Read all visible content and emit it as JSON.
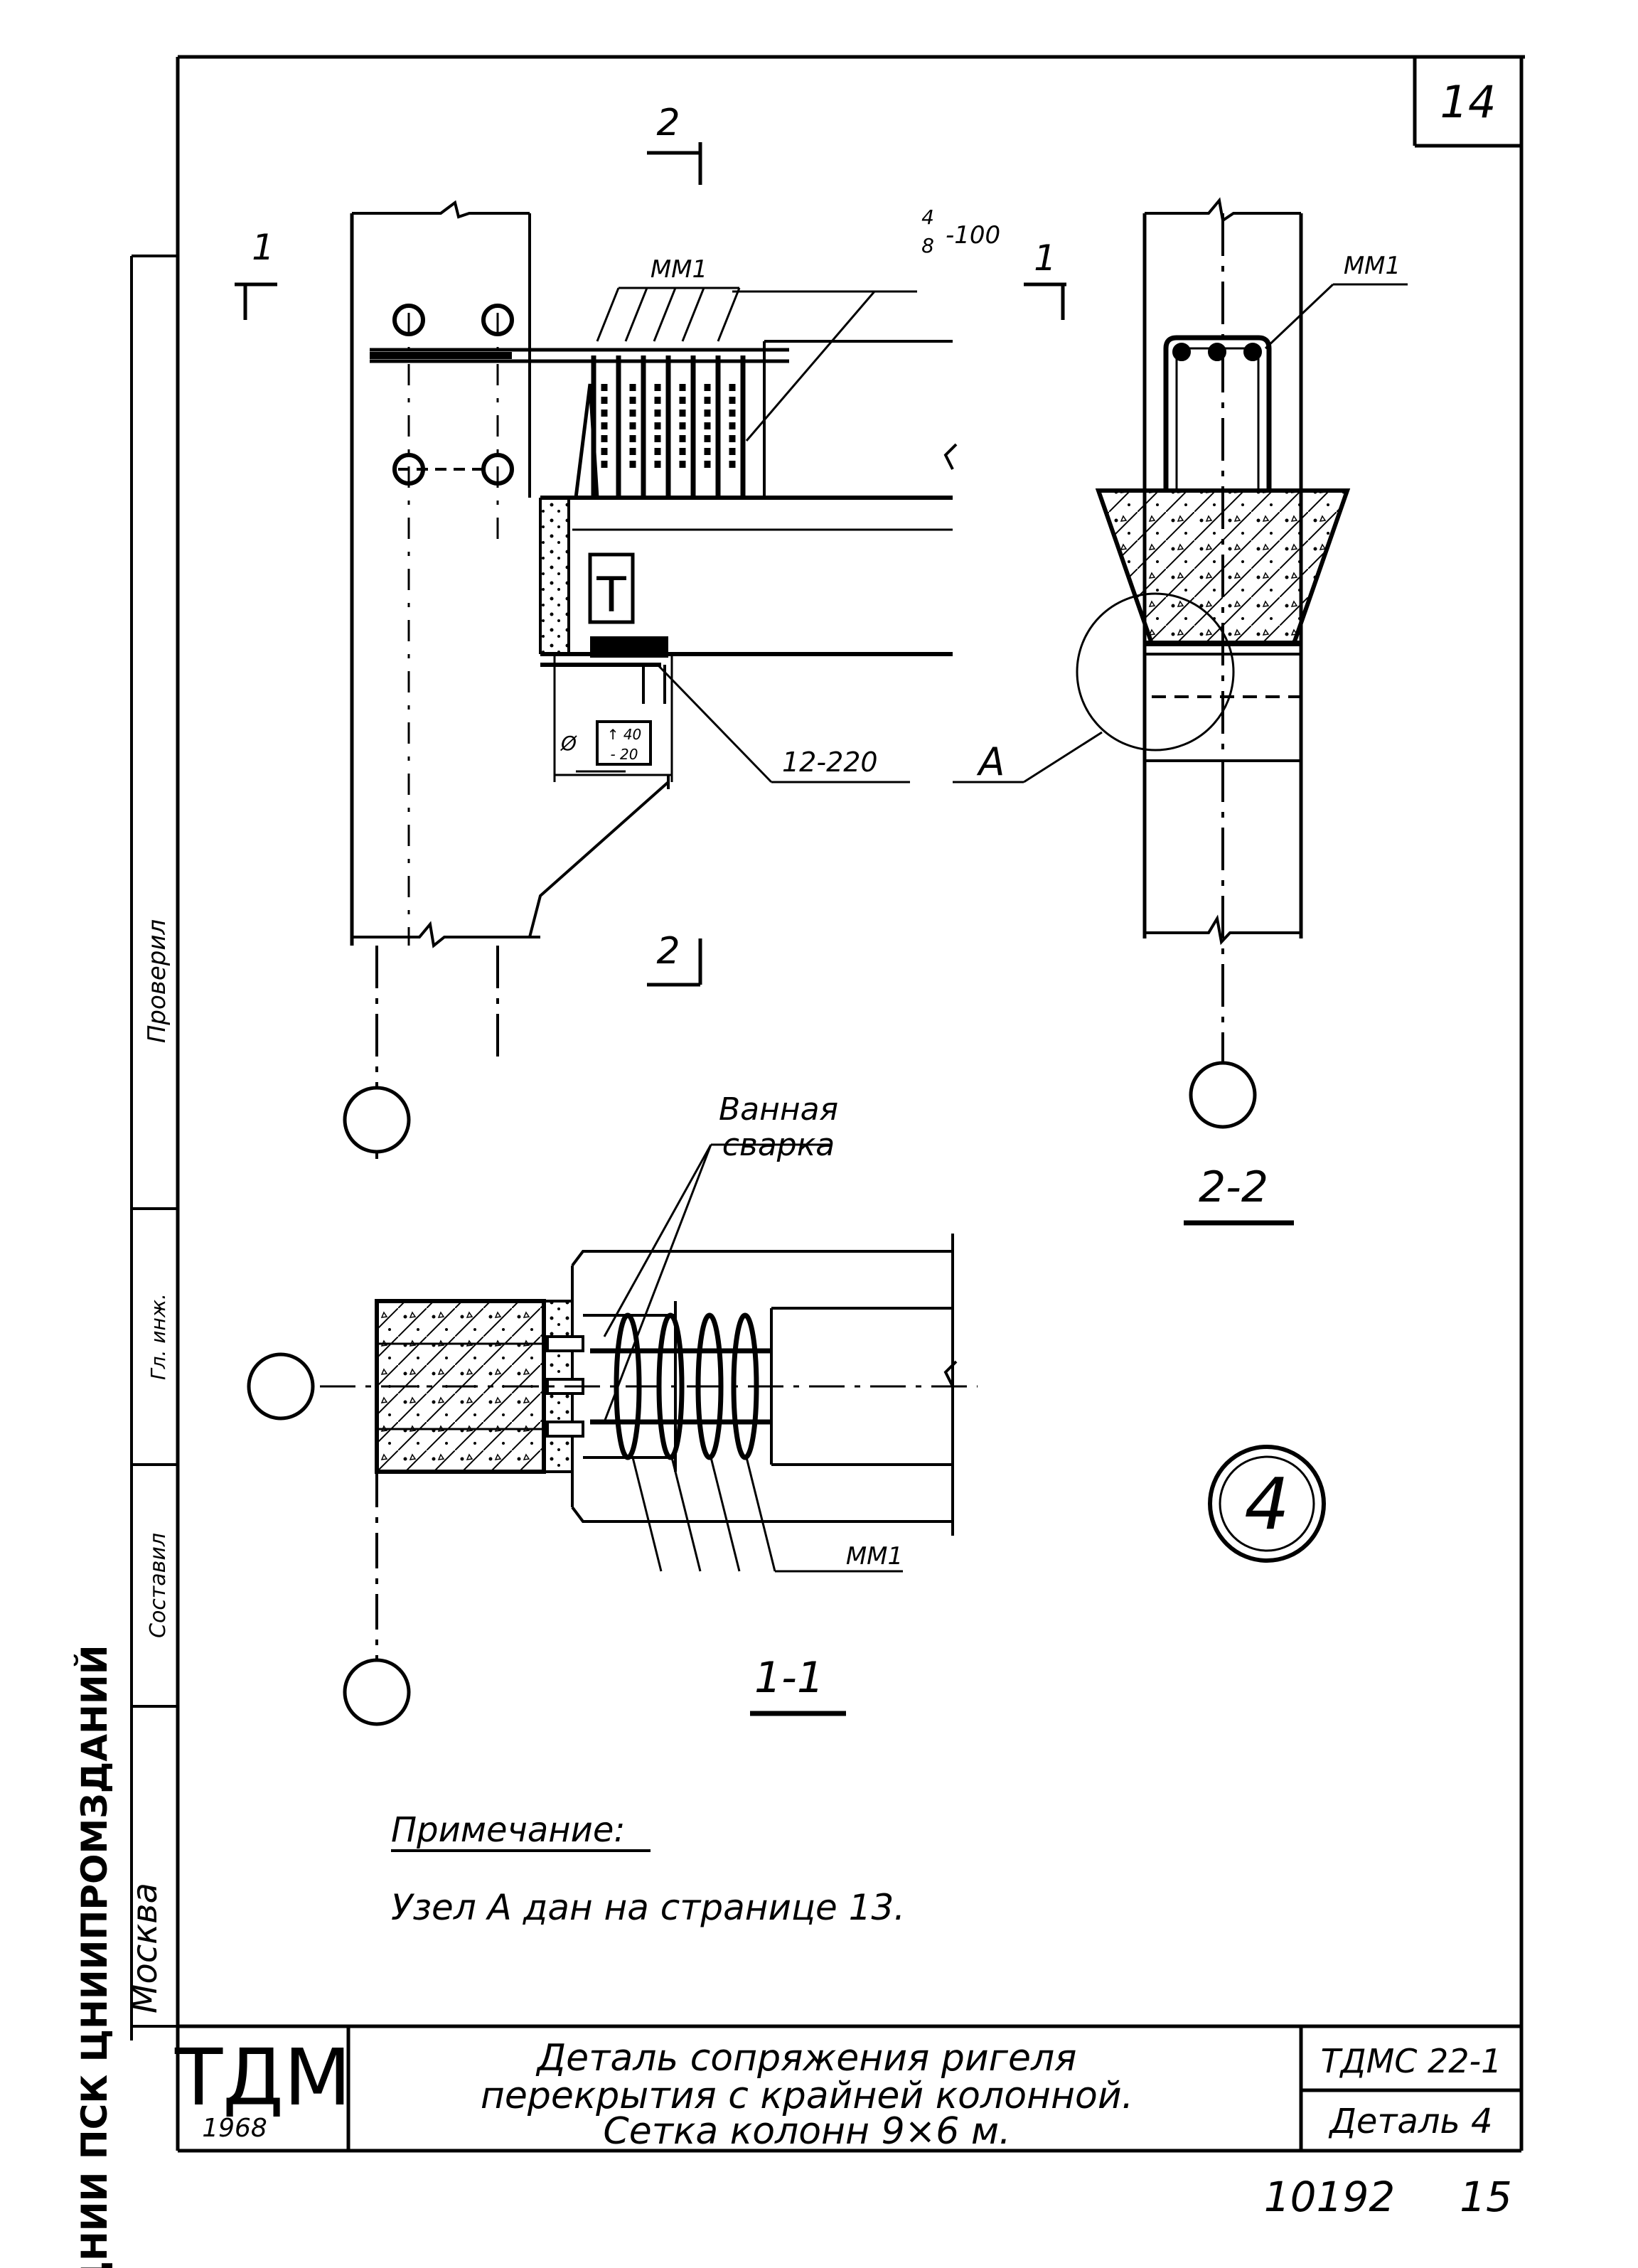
{
  "sheet": {
    "page_number": "14",
    "footer_code": "10192",
    "footer_page": "15"
  },
  "view_front": {
    "section_mark_2_top": "2",
    "section_mark_1_left": "1",
    "section_mark_1_right": "1",
    "section_mark_2_bottom": "2",
    "mesh_label": "ММ1",
    "spacing_label_num": "4",
    "spacing_label_den": "8",
    "spacing_label_tail": "-100",
    "weld_label": "12-220",
    "embed_mark": "Т",
    "small_box_top": "↑ 40",
    "small_box_bottom": "- 20",
    "small_box_prefix": "Ø"
  },
  "view_2_2": {
    "mesh_label": "ММ1",
    "node_label": "А",
    "section_title": "2-2"
  },
  "view_1_1": {
    "weld_note_line1": "Ванная",
    "weld_note_line2": "сварка",
    "mesh_label": "ММ1",
    "section_title": "1-1"
  },
  "detail_badge": "4",
  "note": {
    "title": "Примечание:",
    "text": "Узел А дан на странице 13."
  },
  "side_stamp": {
    "org": "ЦНИИ ПСК ЦНИИПРОМЗДАНИЙ",
    "city": "Москва",
    "row_checked": "Проверил",
    "row_head": "Гл. инж.",
    "row_author": "Составил"
  },
  "title_block": {
    "logo": "ТДМ",
    "year": "1968",
    "title_line1": "Деталь сопряжения ригеля",
    "title_line2": "перекрытия с крайней колонной.",
    "title_line3": "Сетка колонн 9×6 м.",
    "series_code": "ТДМС 22-1",
    "detail_label": "Деталь 4"
  }
}
